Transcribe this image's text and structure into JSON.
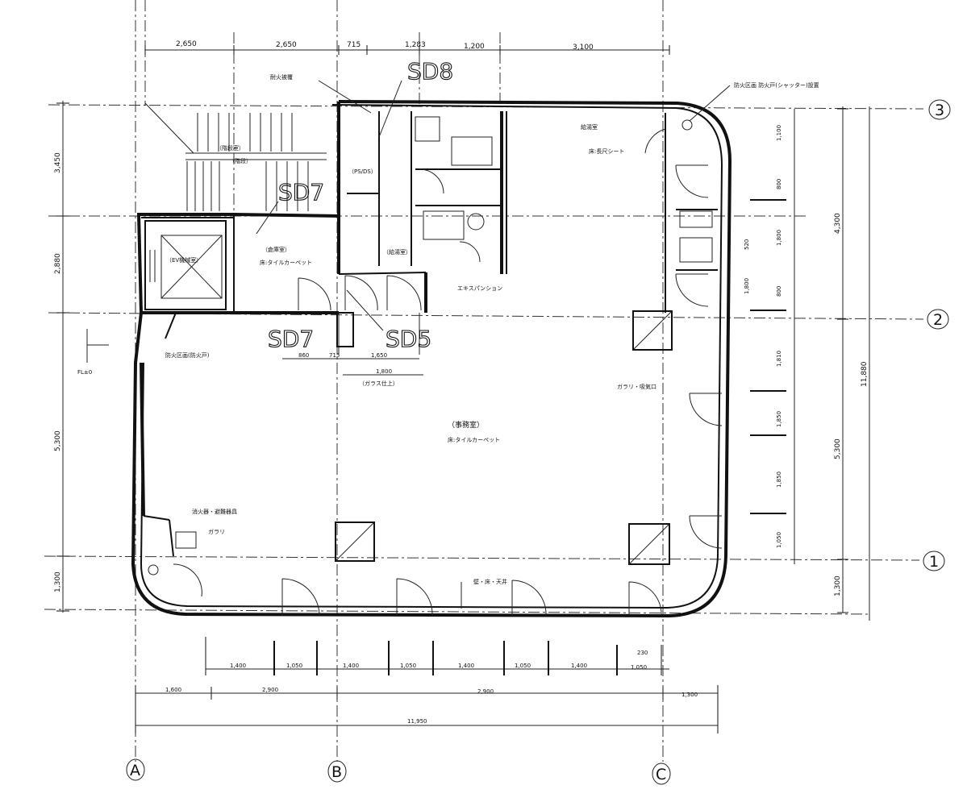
{
  "section_labels": {
    "sd8": "SD8",
    "sd7_upper": "SD7",
    "sd7_lower": "SD7",
    "sd5": "SD5"
  },
  "grid_axes": {
    "a": "A",
    "b": "B",
    "c": "C",
    "r1": "1",
    "r2": "2",
    "r3": "3"
  },
  "top_dims": [
    "2,650",
    "2,650",
    "715",
    "1,283",
    "1,200",
    "3,100"
  ],
  "bottom_dims": {
    "row1": [
      "1,400",
      "1,050",
      "1,400",
      "1,050",
      "1,400",
      "1,050",
      "1,400",
      "1,050"
    ],
    "row2": [
      "1,600",
      "2,900",
      "2,900",
      "1,300"
    ],
    "total": "11,950",
    "small_right": "230"
  },
  "left_dims": [
    "3,450",
    "2,880",
    "5,300",
    "1,300"
  ],
  "right_dims": {
    "outer": [
      "4,300",
      "5,300",
      "1,300"
    ],
    "total": "11,880",
    "inner": [
      "1,100",
      "800",
      "1,800",
      "520",
      "1,800",
      "800",
      "1,810",
      "1,850",
      "1,850",
      "1,050"
    ]
  },
  "mid_dims": [
    "860",
    "715",
    "1,650",
    "1,800"
  ],
  "room_labels": {
    "main_hall": "（事務室）",
    "main_hall_sub": "床:タイルカーペット",
    "left_room": "（倉庫室）",
    "left_room_sub": "床:タイルカーペット",
    "elevator": "（EV機械室）",
    "stair_note": "（階段室）",
    "utility": "（給湯室）",
    "mid_note": "（PS/DS）",
    "right_room": "給湯室",
    "kitchen_note": "床:長尺シート",
    "dim_note": "（ガラス仕上）"
  },
  "annotations": {
    "top_right": "防火区画 防火戸(シャッター)設置",
    "top_left": "耐火被覆",
    "left_mid": "防火区画(防火戸)",
    "lower_left": "消火器・避難器具",
    "lower_left_2": "ガラリ",
    "bottom_mid": "壁・床・天井",
    "right_mid": "ガラリ・吸気口",
    "mid_bottom": "エキスパンション",
    "stair_label": "（階段）",
    "left_small": "FL±0"
  }
}
